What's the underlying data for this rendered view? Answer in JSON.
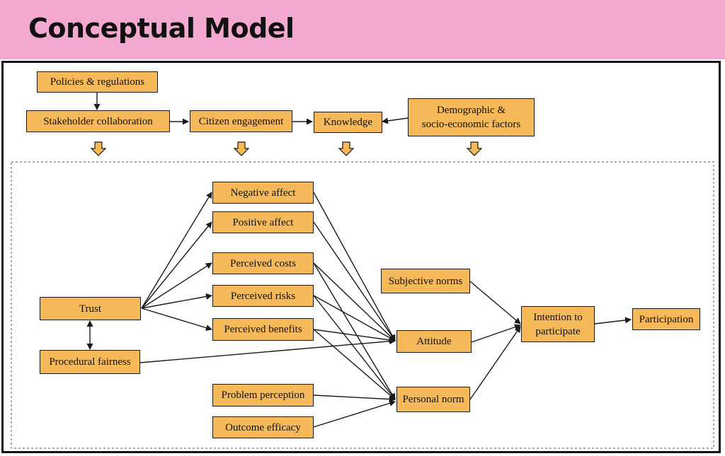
{
  "header": {
    "title": "Conceptual Model",
    "background": "#f3a8cf"
  },
  "colors": {
    "box_fill": "#f5b95a",
    "arrow": "#1a1a1a"
  },
  "nodes": {
    "policies": "Policies & regulations",
    "stakeholder": "Stakeholder collaboration",
    "citizen": "Citizen engagement",
    "knowledge": "Knowledge",
    "demographic_1": "Demographic &",
    "demographic_2": "socio-economic factors",
    "negative_affect": "Negative affect",
    "positive_affect": "Positive affect",
    "perceived_costs": "Perceived costs",
    "perceived_risks": "Perceived risks",
    "perceived_benefits": "Perceived benefits",
    "trust": "Trust",
    "procedural_fairness": "Procedural fairness",
    "subjective_norms": "Subjective norms",
    "attitude": "Attitude",
    "problem_perception": "Problem perception",
    "outcome_efficacy": "Outcome efficacy",
    "personal_norm": "Personal norm",
    "intention_1": "Intention to",
    "intention_2": "participate",
    "participation": "Participation"
  }
}
